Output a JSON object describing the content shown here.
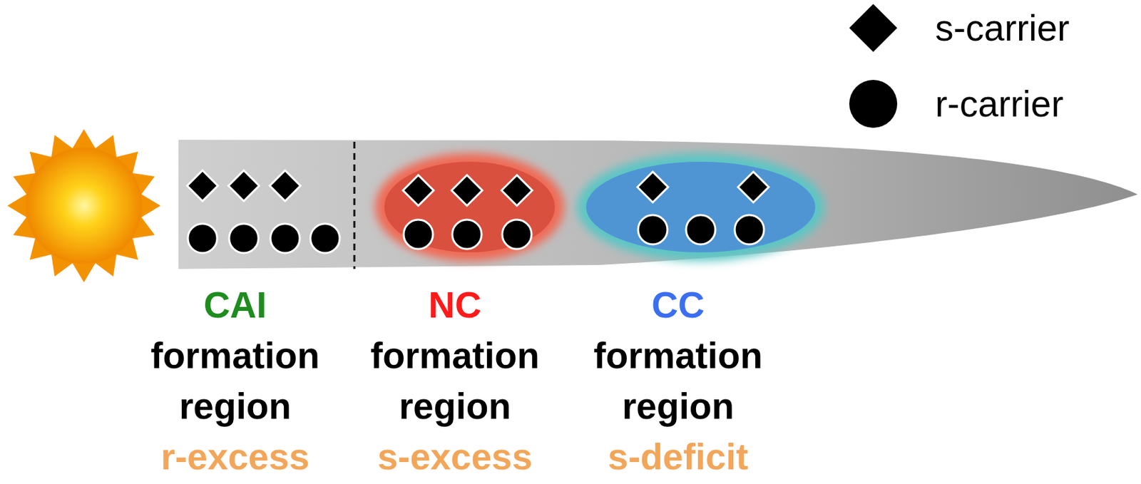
{
  "diagram": {
    "labels": [
      "CAI",
      "formation region",
      "r-excess",
      "NC",
      "formation region",
      "s-excess",
      "CC",
      "formation region",
      "s-deficit"
    ],
    "legend": [
      {
        "text": "s-carrier"
      },
      {
        "text": "r-carrier"
      }
    ]
  }
}
